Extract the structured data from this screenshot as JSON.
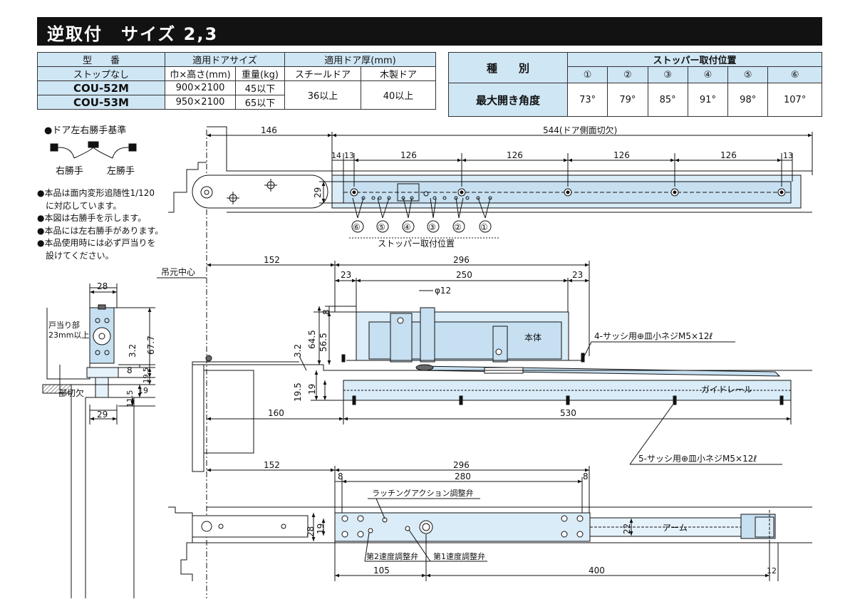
{
  "header": {
    "title": "逆取付　サイズ 2,3"
  },
  "model_table": {
    "h_model": "型　　番",
    "h_door_size": "適用ドアサイズ",
    "h_door_thick": "適用ドア厚(mm)",
    "sub_stop": "ストップなし",
    "sub_wh": "巾×高さ(mm)",
    "sub_weight": "重量(kg)",
    "sub_steel": "スチールドア",
    "sub_wood": "木製ドア",
    "rows": [
      {
        "model": "COU-52M",
        "size": "900×2100",
        "weight": "45以下"
      },
      {
        "model": "COU-53M",
        "size": "950×2100",
        "weight": "65以下"
      }
    ],
    "steel": "36以上",
    "wood": "40以上"
  },
  "stopper_table": {
    "h_kind": "種　　別",
    "h_pos": "ストッパー取付位置",
    "positions": [
      "①",
      "②",
      "③",
      "④",
      "⑤",
      "⑥"
    ],
    "row_label": "最大開き角度",
    "angles": [
      "73°",
      "79°",
      "85°",
      "91°",
      "98°",
      "107°"
    ]
  },
  "notes": {
    "hand_title": "●ドア左右勝手基準",
    "right_hand": "右勝手",
    "left_hand": "左勝手",
    "lines": [
      "●本品は面内変形追随性1/120",
      "　に対応しています。",
      "●本図は右勝手を示します。",
      "●本品には左右勝手があります。",
      "●本品使用時には必ず戸当りを",
      "　設けてください。"
    ]
  },
  "drawing": {
    "d146": "146",
    "d544": "544(ドア側面切欠)",
    "d14": "14",
    "d13a": "13",
    "d126": "126",
    "d13b": "13",
    "d29": "29",
    "stop_nums": [
      "⑥",
      "⑤",
      "④",
      "③",
      "②",
      "①"
    ],
    "stop_label": "ストッパー取付位置",
    "pivot": "吊元中心",
    "d152": "152",
    "d296": "296",
    "d23": "23",
    "d250": "250",
    "phi12": "φ12",
    "d8": "8",
    "d645": "64.5",
    "d565": "56.5",
    "d32": "3.2",
    "body": "本体",
    "screw4": "4-サッシ用⊕皿小ネジM5×12ℓ",
    "d195": "19.5",
    "d19": "19",
    "guide": "ガイドレール",
    "d160": "160",
    "d530": "530",
    "screw5": "5-サッシ用⊕皿小ネジM5×12ℓ",
    "d280": "280",
    "latch": "ラッチングアクション調整弁",
    "d28": "28",
    "d22": "22",
    "arm": "アーム",
    "speed2": "第2速度調整弁",
    "speed1": "第1速度調整弁",
    "d105": "105",
    "d400": "400",
    "d12": "12",
    "side_d28": "28",
    "side_stop": "戸当り部",
    "side_stop2": "23mm以上",
    "side_d677": "67.7",
    "side_d32": "3.2",
    "side_d8": "8",
    "side_d195": "19.5",
    "side_d19": "19",
    "side_d115": "11.5",
    "side_cut": "部切欠",
    "side_d29": "29"
  }
}
